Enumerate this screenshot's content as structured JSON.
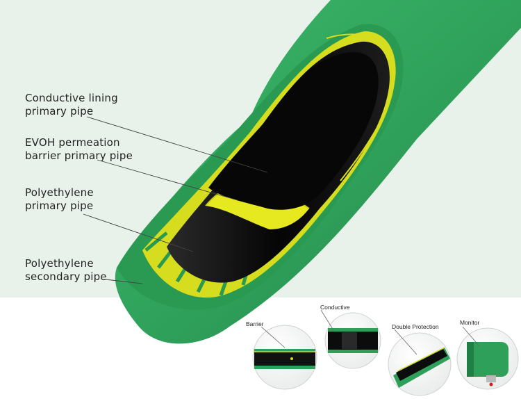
{
  "labels": {
    "conductive": [
      "Conductive lining",
      "primary pipe"
    ],
    "evoh": [
      "EVOH permeation",
      "barrier primary pipe"
    ],
    "pe_primary": [
      "Polyethylene",
      "primary pipe"
    ],
    "pe_secondary": [
      "Polyethylene",
      "secondary pipe"
    ]
  },
  "thumbnails": {
    "barrier": "Barrier",
    "conductive": "Conductive",
    "double_protection": "Double Protection",
    "monitor": "Monitor"
  },
  "colors": {
    "pipe_green": "#2fa05a",
    "barrier_yellow": "#e0e21c",
    "inner_black": "#0c0c0c",
    "background_tint": "#e8f1ea"
  }
}
